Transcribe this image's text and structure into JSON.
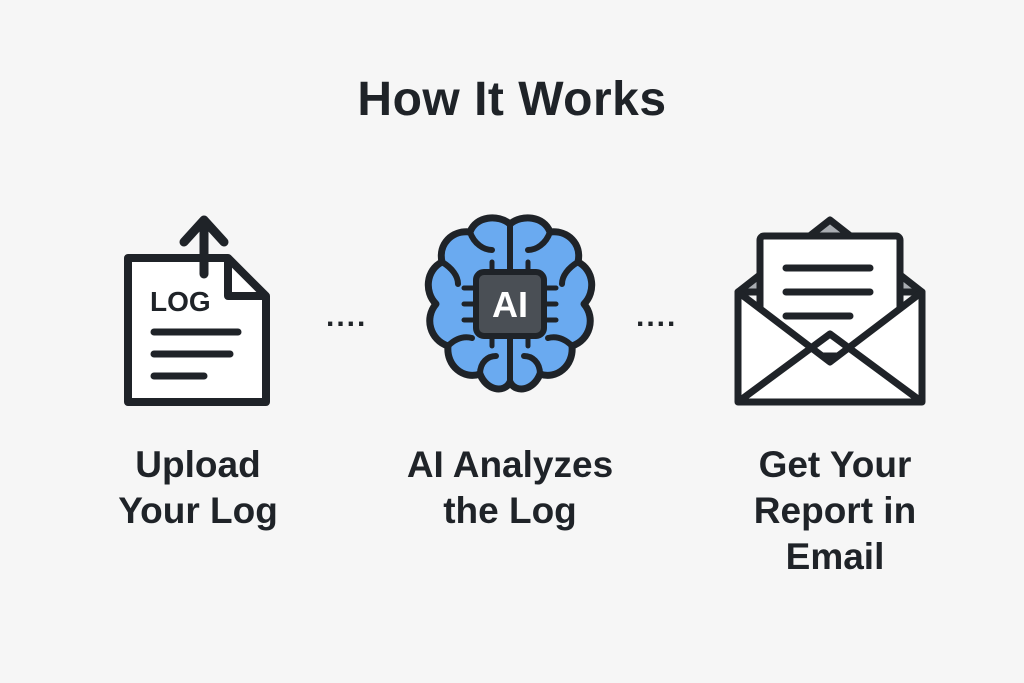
{
  "title": "How It Works",
  "colors": {
    "ink": "#1f2328",
    "brain_blue": "#6aaaf0",
    "chip_gray": "#4a4f55",
    "envelope_flap": "#a9adb2",
    "background": "#f6f6f6"
  },
  "steps": [
    {
      "icon": "upload-log-icon",
      "icon_text": "LOG",
      "label_lines": [
        "Upload",
        "Your Log"
      ]
    },
    {
      "icon": "ai-brain-icon",
      "icon_text": "AI",
      "label_lines": [
        "AI Analyzes",
        "the Log"
      ]
    },
    {
      "icon": "email-report-icon",
      "icon_text": "",
      "label_lines": [
        "Get Your",
        "Report in",
        "Email"
      ]
    }
  ],
  "connectors": [
    "....",
    "...."
  ]
}
